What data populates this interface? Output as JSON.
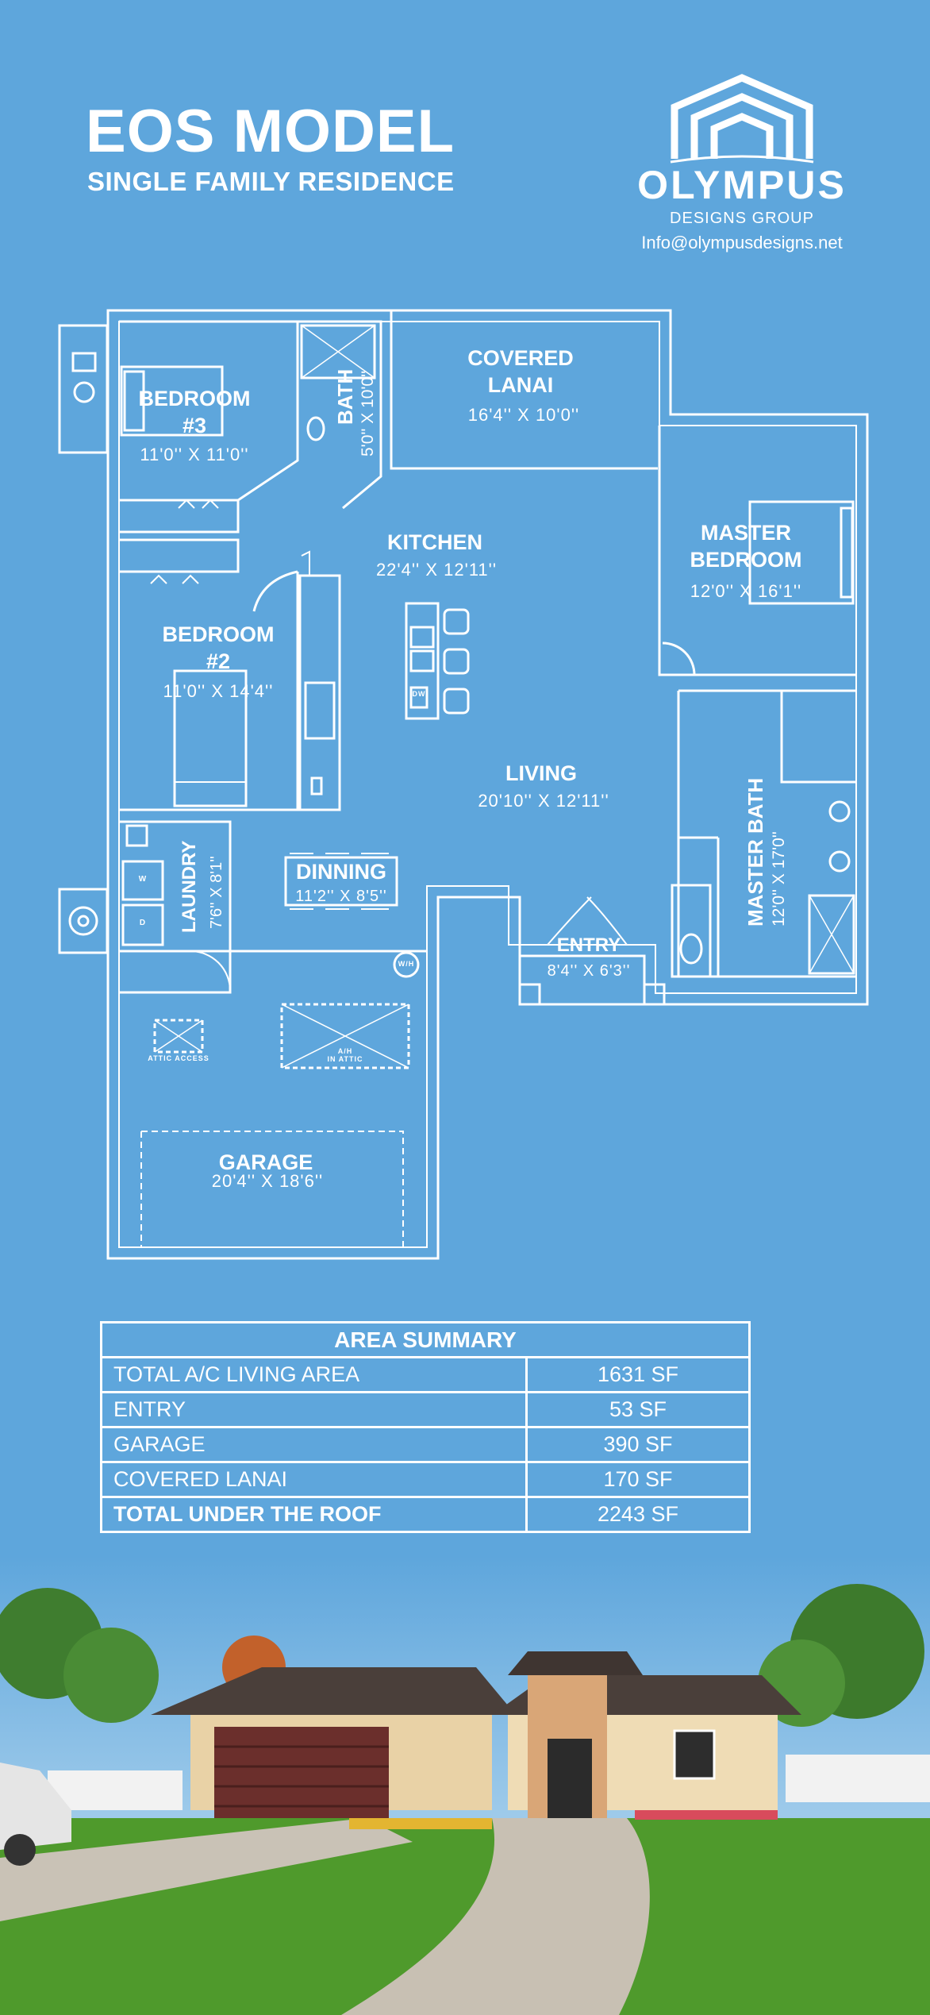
{
  "header": {
    "title": "EOS MODEL",
    "subtitle": "SINGLE FAMILY RESIDENCE"
  },
  "logo": {
    "name": "OLYMPUS",
    "tagline": "DESIGNS GROUP",
    "email": "Info@olympusdesigns.net"
  },
  "rooms": {
    "covered_lanai": {
      "label": "COVERED\nLANAI",
      "dims": "16'4'' X 10'0''"
    },
    "bedroom3": {
      "label": "BEDROOM\n#3",
      "dims": "11'0'' X 11'0''"
    },
    "bath": {
      "label": "BATH",
      "dims": "5'0'' X 10'0''"
    },
    "kitchen": {
      "label": "KITCHEN",
      "dims": "22'4'' X 12'11''"
    },
    "master_bedroom": {
      "label": "MASTER\nBEDROOM",
      "dims": "12'0'' X 16'1''"
    },
    "bedroom2": {
      "label": "BEDROOM\n#2",
      "dims": "11'0'' X 14'4''"
    },
    "living": {
      "label": "LIVING",
      "dims": "20'10'' X 12'11''"
    },
    "master_bath": {
      "label": "MASTER BATH",
      "dims": "12'0'' X 17'0''"
    },
    "laundry": {
      "label": "LAUNDRY",
      "dims": "7'6'' X 8'1''"
    },
    "dinning": {
      "label": "DINNING",
      "dims": "11'2'' X 8'5''"
    },
    "entry": {
      "label": "ENTRY",
      "dims": "8'4'' X 6'3''"
    },
    "garage": {
      "label": "GARAGE",
      "dims": "20'4'' X 18'6''"
    }
  },
  "fixtures": {
    "attic_access": "ATTIC ACCESS",
    "ah": "A/H\nIN ATTIC",
    "wh": "W/H",
    "dw": "DW",
    "w": "W",
    "d": "D"
  },
  "area_summary": {
    "title": "AREA SUMMARY",
    "rows": [
      {
        "label": "TOTAL A/C LIVING AREA",
        "value": "1631 SF"
      },
      {
        "label": "ENTRY",
        "value": "53 SF"
      },
      {
        "label": "GARAGE",
        "value": "390 SF"
      },
      {
        "label": "COVERED LANAI",
        "value": "170 SF"
      },
      {
        "label": "TOTAL UNDER THE ROOF",
        "value": "2243 SF"
      }
    ]
  },
  "colors": {
    "background": "#5ea6dc",
    "lines": "#ffffff"
  }
}
